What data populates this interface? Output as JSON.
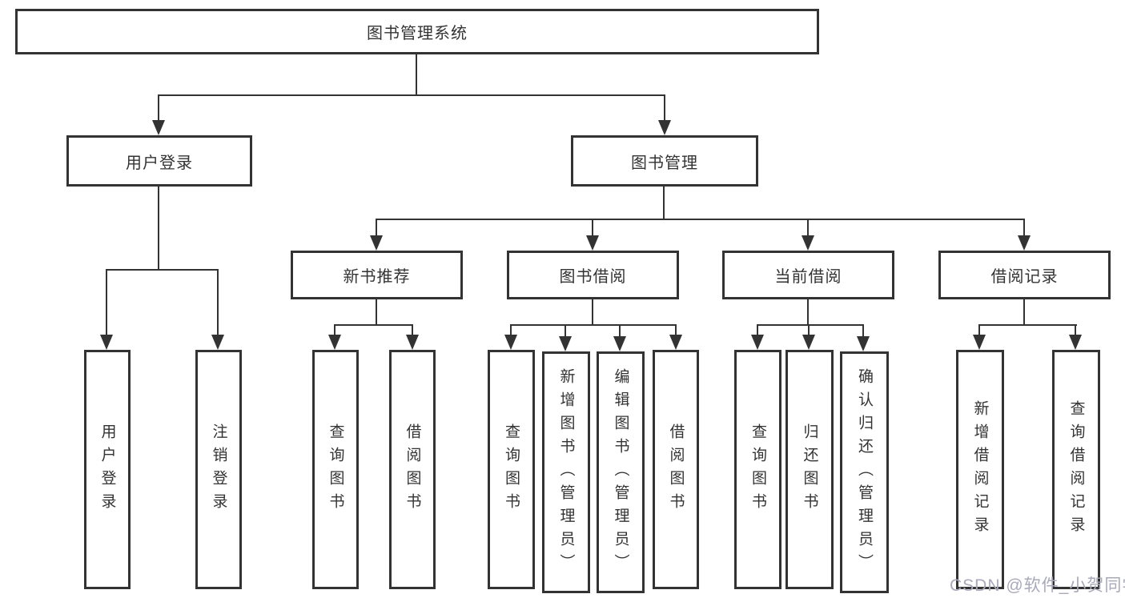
{
  "diagram_type": "tree",
  "colors": {
    "line": "#333333",
    "box_border": "#333333",
    "text": "#333333",
    "background": "#ffffff",
    "watermark": "#a9a9bb"
  },
  "watermark": "CSDN @软件_小贺同学",
  "tree": {
    "root": {
      "label": "图书管理系统"
    },
    "user_login": {
      "label": "用户登录",
      "children": [
        {
          "label": "用户登录"
        },
        {
          "label": "注销登录"
        }
      ]
    },
    "book_management": {
      "label": "图书管理",
      "sections": [
        {
          "label": "新书推荐",
          "children": [
            {
              "label": "查询图书"
            },
            {
              "label": "借阅图书"
            }
          ]
        },
        {
          "label": "图书借阅",
          "children": [
            {
              "label": "查询图书"
            },
            {
              "label": "新增图书（管理员）"
            },
            {
              "label": "编辑图书（管理员）"
            },
            {
              "label": "借阅图书"
            }
          ]
        },
        {
          "label": "当前借阅",
          "children": [
            {
              "label": "查询图书"
            },
            {
              "label": "归还图书"
            },
            {
              "label": "确认归还（管理员）"
            }
          ]
        },
        {
          "label": "借阅记录",
          "children": [
            {
              "label": "新增借阅记录"
            },
            {
              "label": "查询借阅记录"
            }
          ]
        }
      ]
    }
  }
}
